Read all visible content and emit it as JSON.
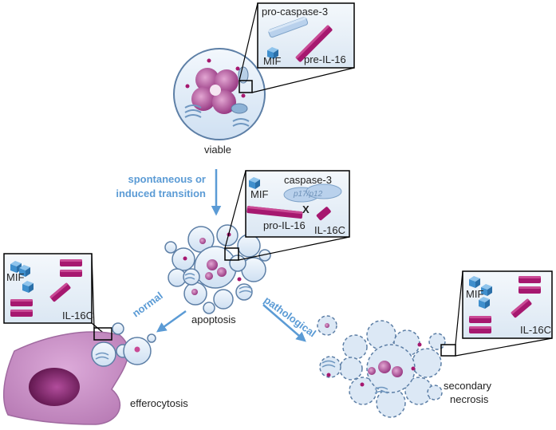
{
  "stages": {
    "viable": "viable",
    "apoptosis": "apoptosis",
    "efferocytosis": "efferocytosis",
    "secondary_necrosis_line1": "secondary",
    "secondary_necrosis_line2": "necrosis"
  },
  "transitions": {
    "spontaneous_line1": "spontaneous or",
    "spontaneous_line2": "induced transition",
    "normal": "normal",
    "pathological": "pathological"
  },
  "insets": {
    "viable": {
      "pro_caspase": "pro-caspase-3",
      "mif": "MIF",
      "pre_il16": "pre-IL-16"
    },
    "apoptosis": {
      "caspase": "caspase-3",
      "p17p12": "p17/p12",
      "mif": "MIF",
      "pro_il16": "pro-IL-16",
      "il16c": "IL-16C",
      "cleave": "X"
    },
    "efferocytosis": {
      "mif": "MIF",
      "il16c": "IL-16C"
    },
    "necrosis": {
      "mif": "MIF",
      "il16c": "IL-16C"
    }
  },
  "colors": {
    "arrow_blue": "#5b9bd5",
    "magenta": "#a6186f",
    "cell_fill": "#dce8f5",
    "cell_stroke": "#5d7fa6",
    "macrophage": "#c68ac2"
  }
}
